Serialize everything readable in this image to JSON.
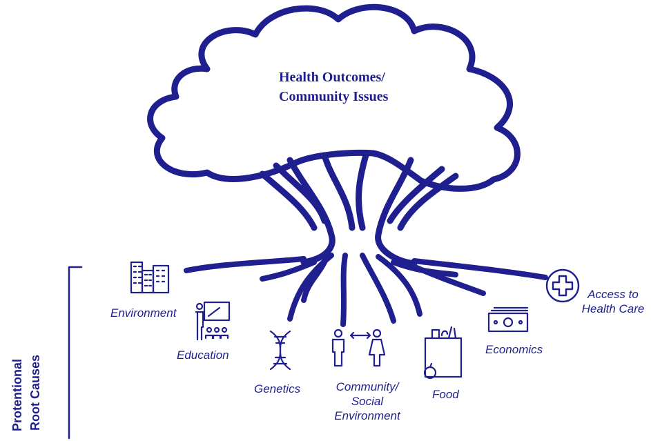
{
  "title": {
    "line1": "Health Outcomes/",
    "line2": "Community Issues"
  },
  "side_label": {
    "line1": "Protentional",
    "line2": "Root Causes"
  },
  "causes": {
    "environment": "Environment",
    "education": "Education",
    "genetics": "Genetics",
    "community": [
      "Community/",
      "Social",
      "Environment"
    ],
    "food": "Food",
    "economics": "Economics",
    "access": [
      "Access to",
      "Health Care"
    ]
  },
  "icons": [
    "buildings-icon",
    "teacher-icon",
    "dna-icon",
    "people-icon",
    "grocery-bag-icon",
    "money-icon",
    "medical-cross-icon"
  ],
  "colors": {
    "navy": "#1f1f8f"
  }
}
